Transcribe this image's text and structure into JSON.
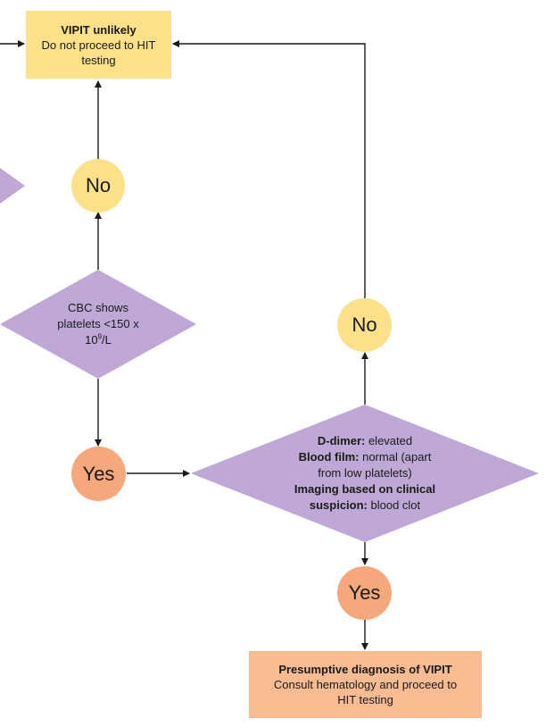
{
  "colors": {
    "diamond": "#bfa8d6",
    "box_yellow": "#fde08a",
    "box_orange": "#f8bb92",
    "circle_yellow": "#fde08a",
    "circle_orange": "#f6a87d",
    "arrow": "#1a1a1a"
  },
  "top_box": {
    "title": "VIPIT unlikely",
    "line1": "Do not proceed to HIT",
    "line2": "testing"
  },
  "cbc_diamond": {
    "line1": "CBC shows",
    "line2_prefix": "platelets <150 x",
    "line3_base": "10",
    "line3_sup": "9",
    "line3_suffix": "/L"
  },
  "dimer_diamond": {
    "d_dimer_label": "D-dimer:",
    "d_dimer_value": " elevated",
    "blood_film_label": "Blood film:",
    "blood_film_value": " normal (apart",
    "blood_film_value2": "from low platelets)",
    "imaging_label": "Imaging based on clinical",
    "suspicion_label": "suspicion:",
    "suspicion_value": " blood clot"
  },
  "circles": {
    "no_left": "No",
    "yes_left": "Yes",
    "no_right": "No",
    "yes_right": "Yes"
  },
  "bottom_box": {
    "title": "Presumptive diagnosis of VIPIT",
    "line1": "Consult hematology and proceed to",
    "line2": "HIT testing"
  }
}
